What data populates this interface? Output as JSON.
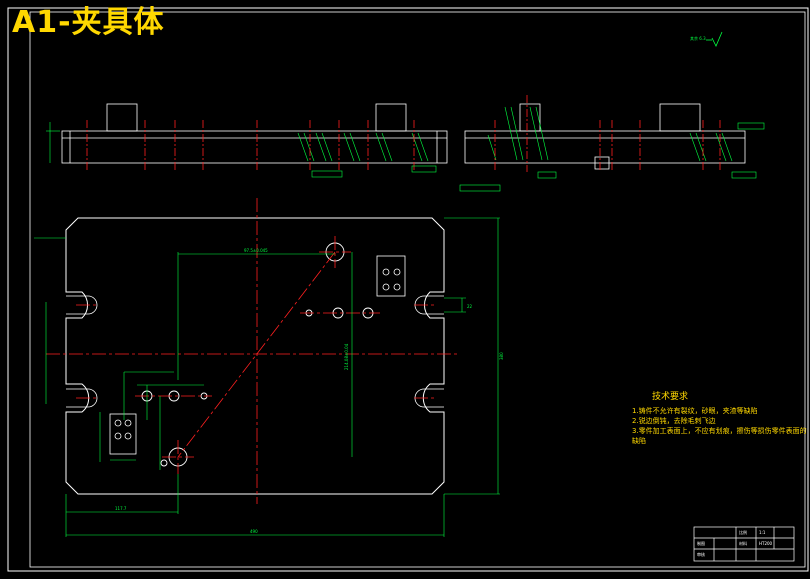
{
  "drawing": {
    "title": "A1-夹具体",
    "surface_finish": "其余 6.3"
  },
  "tech_notes": {
    "heading": "技术要求",
    "items": [
      "1.铸件不允许有裂纹，砂眼，夹渣等缺陷",
      "2.锐边倒钝，去除毛刺飞边",
      "3.零件加工表面上，不应有划痕，擦伤等损伤零件表面的缺陷"
    ]
  },
  "dimensions": {
    "overall_width": "490",
    "overall_height": "380",
    "bottom_offset": "117.7",
    "hole_spacing_h": "97.5±0.045",
    "hole_spacing_v": "214.08±0.04",
    "slot_width": "22"
  },
  "title_block": {
    "labels": [
      "制图",
      "审核",
      "比例",
      "1:1",
      "材料",
      "HT200"
    ]
  },
  "colors": {
    "frame": "#ffffff",
    "center_line": "#ff2020",
    "dimension": "#00ff40",
    "title": "#ffd800"
  }
}
